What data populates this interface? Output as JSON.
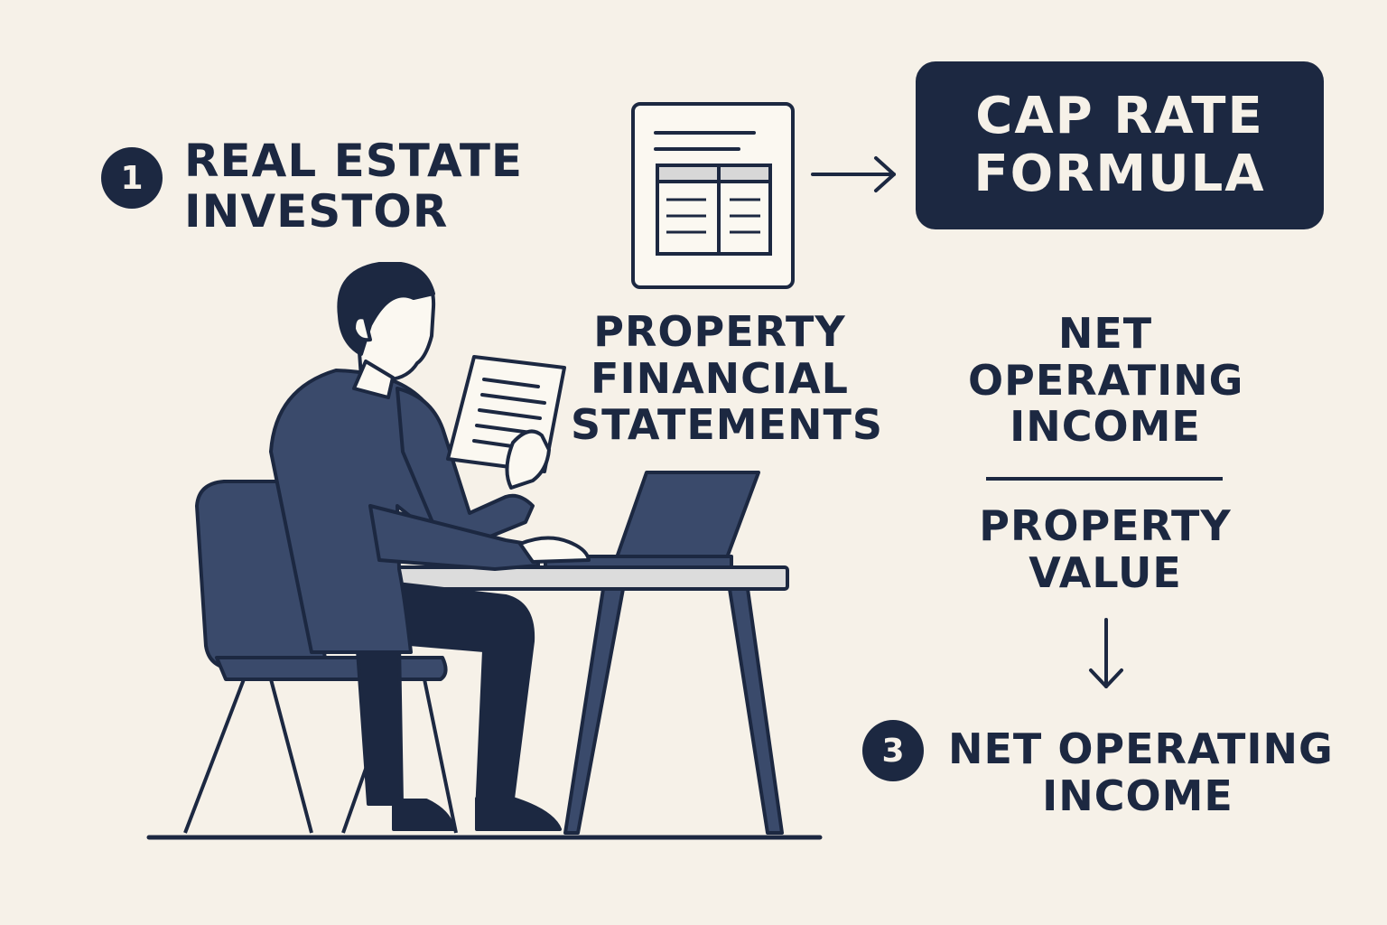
{
  "step1": {
    "number": "1",
    "label_lines": [
      "REAL ESTATE",
      "INVESTOR"
    ]
  },
  "statements": {
    "label_lines": [
      "PROPERTY",
      "FINANCIAL",
      "STATEMENTS"
    ]
  },
  "formula": {
    "title_lines": [
      "CAP RATE",
      "FORMULA"
    ],
    "numerator_lines": [
      "NET",
      "OPERATING",
      "INCOME"
    ],
    "denominator_lines": [
      "PROPERTY",
      "VALUE"
    ]
  },
  "step3": {
    "number": "3",
    "label_lines": [
      "NET OPERATING",
      "INCOME"
    ]
  },
  "colors": {
    "background": "#f6f1e8",
    "navy": "#1c2841",
    "suit": "#3a4a6b",
    "paper": "#fbf8f1"
  }
}
